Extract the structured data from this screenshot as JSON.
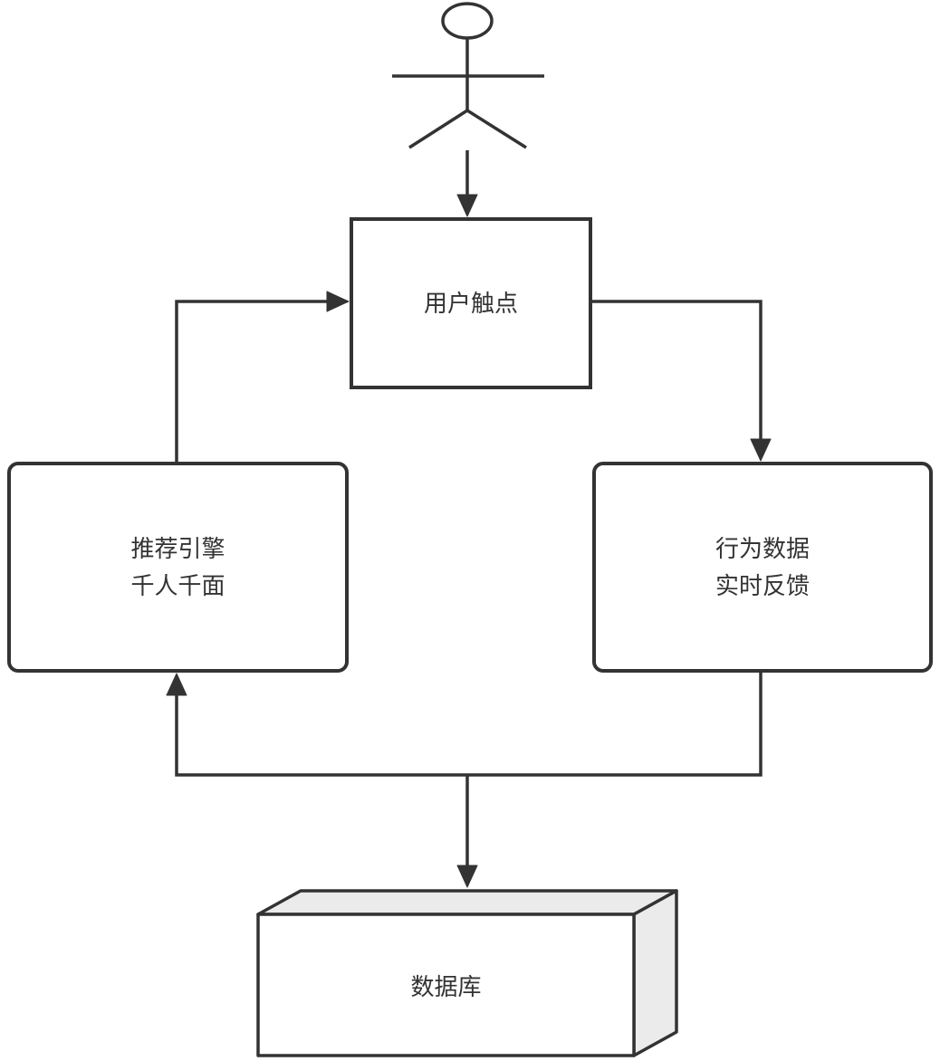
{
  "diagram": {
    "nodes": {
      "actor": {
        "icon": "stick-figure-actor"
      },
      "user_touchpoint": {
        "label": "用户触点"
      },
      "recommendation_engine": {
        "line1": "推荐引擎",
        "line2": "千人千面"
      },
      "behavior_feedback": {
        "line1": "行为数据",
        "line2": "实时反馈"
      },
      "database": {
        "label": "数据库"
      }
    },
    "colors": {
      "stroke": "#333333",
      "node_fill": "#ffffff",
      "cube_shade": "#ebebeb",
      "text": "#333333",
      "background": "#ffffff"
    }
  }
}
